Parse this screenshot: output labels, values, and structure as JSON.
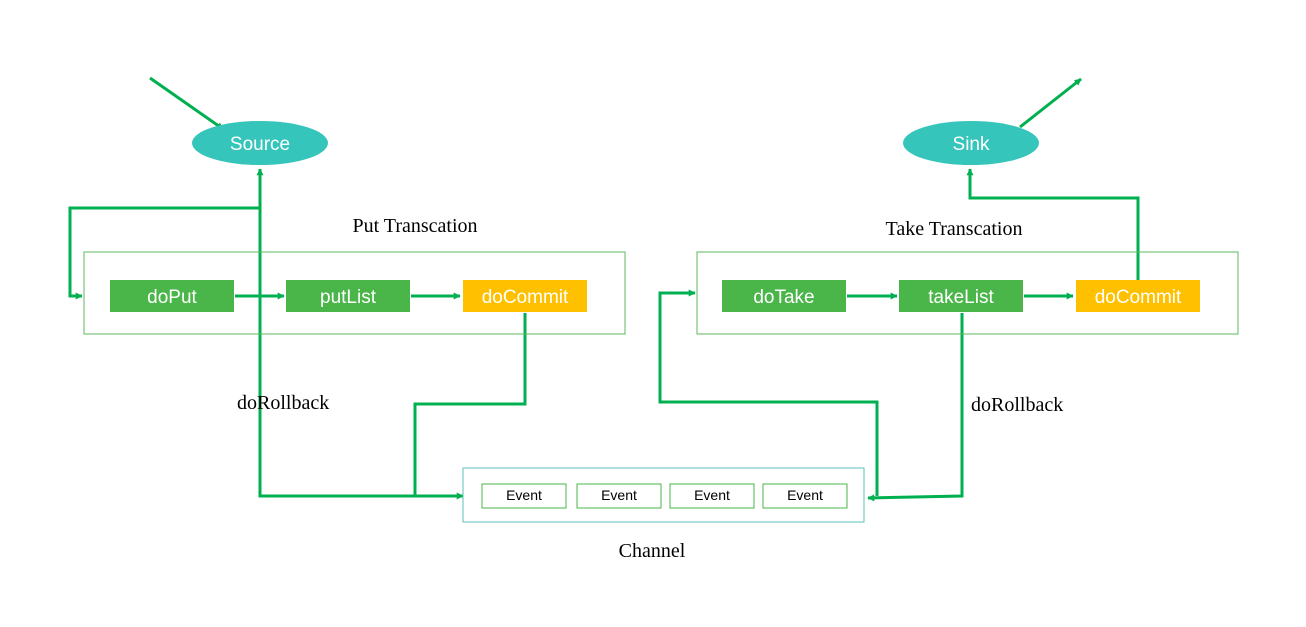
{
  "colors": {
    "arrow": "#00B050",
    "ellipse": "#36C5BB",
    "step_box": "#4AB548",
    "commit_box": "#FFC000",
    "group_border": "#5CB85C",
    "channel_border": "#5BBFBA",
    "event_border": "#4AB548",
    "text_dark": "#000000",
    "text_light": "#ffffff"
  },
  "source": {
    "label": "Source"
  },
  "sink": {
    "label": "Sink"
  },
  "put_transaction": {
    "title": "Put Transcation",
    "steps": [
      {
        "label": "doPut"
      },
      {
        "label": "putList"
      },
      {
        "label": "doCommit"
      }
    ],
    "rollback_label": "doRollback"
  },
  "take_transaction": {
    "title": "Take Transcation",
    "steps": [
      {
        "label": "doTake"
      },
      {
        "label": "takeList"
      },
      {
        "label": "doCommit"
      }
    ],
    "rollback_label": "doRollback"
  },
  "channel": {
    "label": "Channel",
    "events": [
      {
        "label": "Event"
      },
      {
        "label": "Event"
      },
      {
        "label": "Event"
      },
      {
        "label": "Event"
      }
    ]
  }
}
